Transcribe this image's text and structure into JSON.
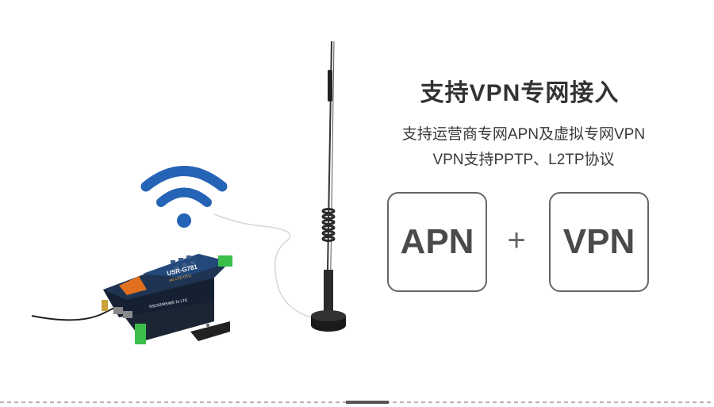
{
  "heading": "支持VPN专网接入",
  "subtitle_line1": "支持运营商专网APN及虚拟专网VPN",
  "subtitle_line2": "VPN支持PPTP、L2TP协议",
  "boxes": {
    "left": "APN",
    "right": "VPN"
  },
  "plus_sign": "+",
  "device": {
    "model": "USR-G781",
    "type": "4G LTE DTU",
    "ports": "RS232/RS485 To LTE"
  },
  "colors": {
    "wifi": "#2463b6",
    "heading": "#333333",
    "box_border": "#666666",
    "device_body": "#1e2f47"
  }
}
